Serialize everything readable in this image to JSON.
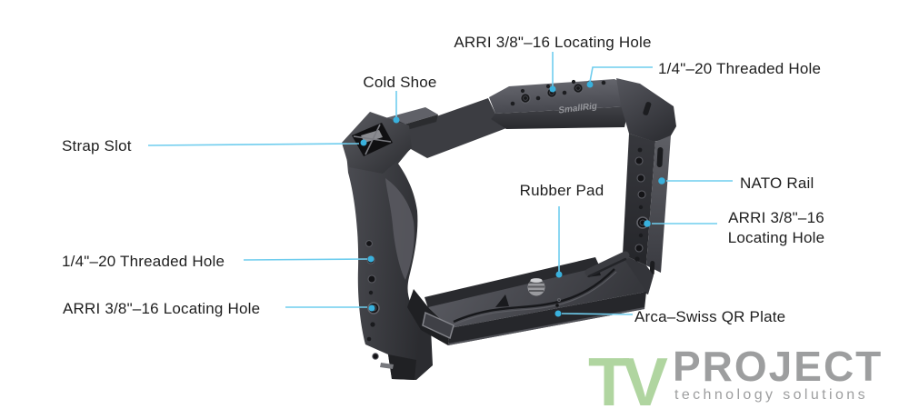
{
  "page": {
    "background_color": "#ffffff"
  },
  "product": {
    "brand_label": "SmallRig"
  },
  "callouts": {
    "line_color": "#6fcdee",
    "dot_color": "#39b1dd",
    "text_color": "#1e1e1e",
    "items": [
      {
        "id": "arri-locating-hole-top",
        "label": "ARRI 3/8\"–16 Locating Hole"
      },
      {
        "id": "quarter-threaded-hole-top",
        "label": "1/4\"–20 Threaded Hole"
      },
      {
        "id": "cold-shoe",
        "label": "Cold Shoe"
      },
      {
        "id": "strap-slot",
        "label": "Strap Slot"
      },
      {
        "id": "rubber-pad",
        "label": "Rubber Pad"
      },
      {
        "id": "nato-rail",
        "label": "NATO Rail"
      },
      {
        "id": "arri-locating-hole-right",
        "label": "ARRI 3/8\"–16 Locating Hole"
      },
      {
        "id": "quarter-threaded-hole-left",
        "label": "1/4\"–20 Threaded Hole"
      },
      {
        "id": "arri-locating-hole-left",
        "label": "ARRI 3/8\"–16 Locating Hole"
      },
      {
        "id": "arca-swiss-qr-plate",
        "label": "Arca–Swiss QR Plate"
      }
    ]
  },
  "logo": {
    "tv": "TV",
    "project": "PROJECT",
    "tagline": "technology solutions",
    "tv_color": "#b0d5a0",
    "text_color": "#9d9e9f"
  }
}
